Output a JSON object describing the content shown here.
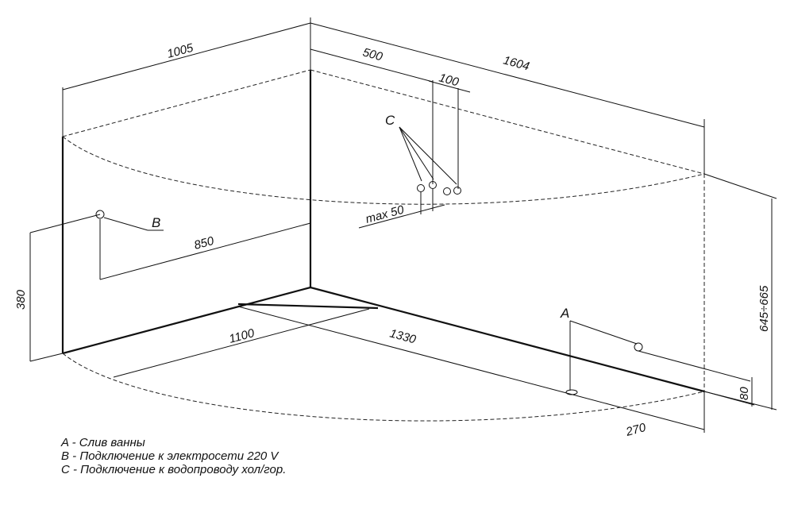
{
  "dimensions": {
    "d1005": "1005",
    "d500": "500",
    "d1604": "1604",
    "d100": "100",
    "max50": "max 50",
    "d850": "850",
    "d380": "380",
    "d1100": "1100",
    "d1330": "1330",
    "d645": "645÷665",
    "d80": "80",
    "d270": "270"
  },
  "points": {
    "a": "A",
    "b": "B",
    "c": "C"
  },
  "legend": [
    "A - Слив ванны",
    "B - Подключение к электросети 220 V",
    "C - Подключение к водопроводу хол/гор."
  ]
}
